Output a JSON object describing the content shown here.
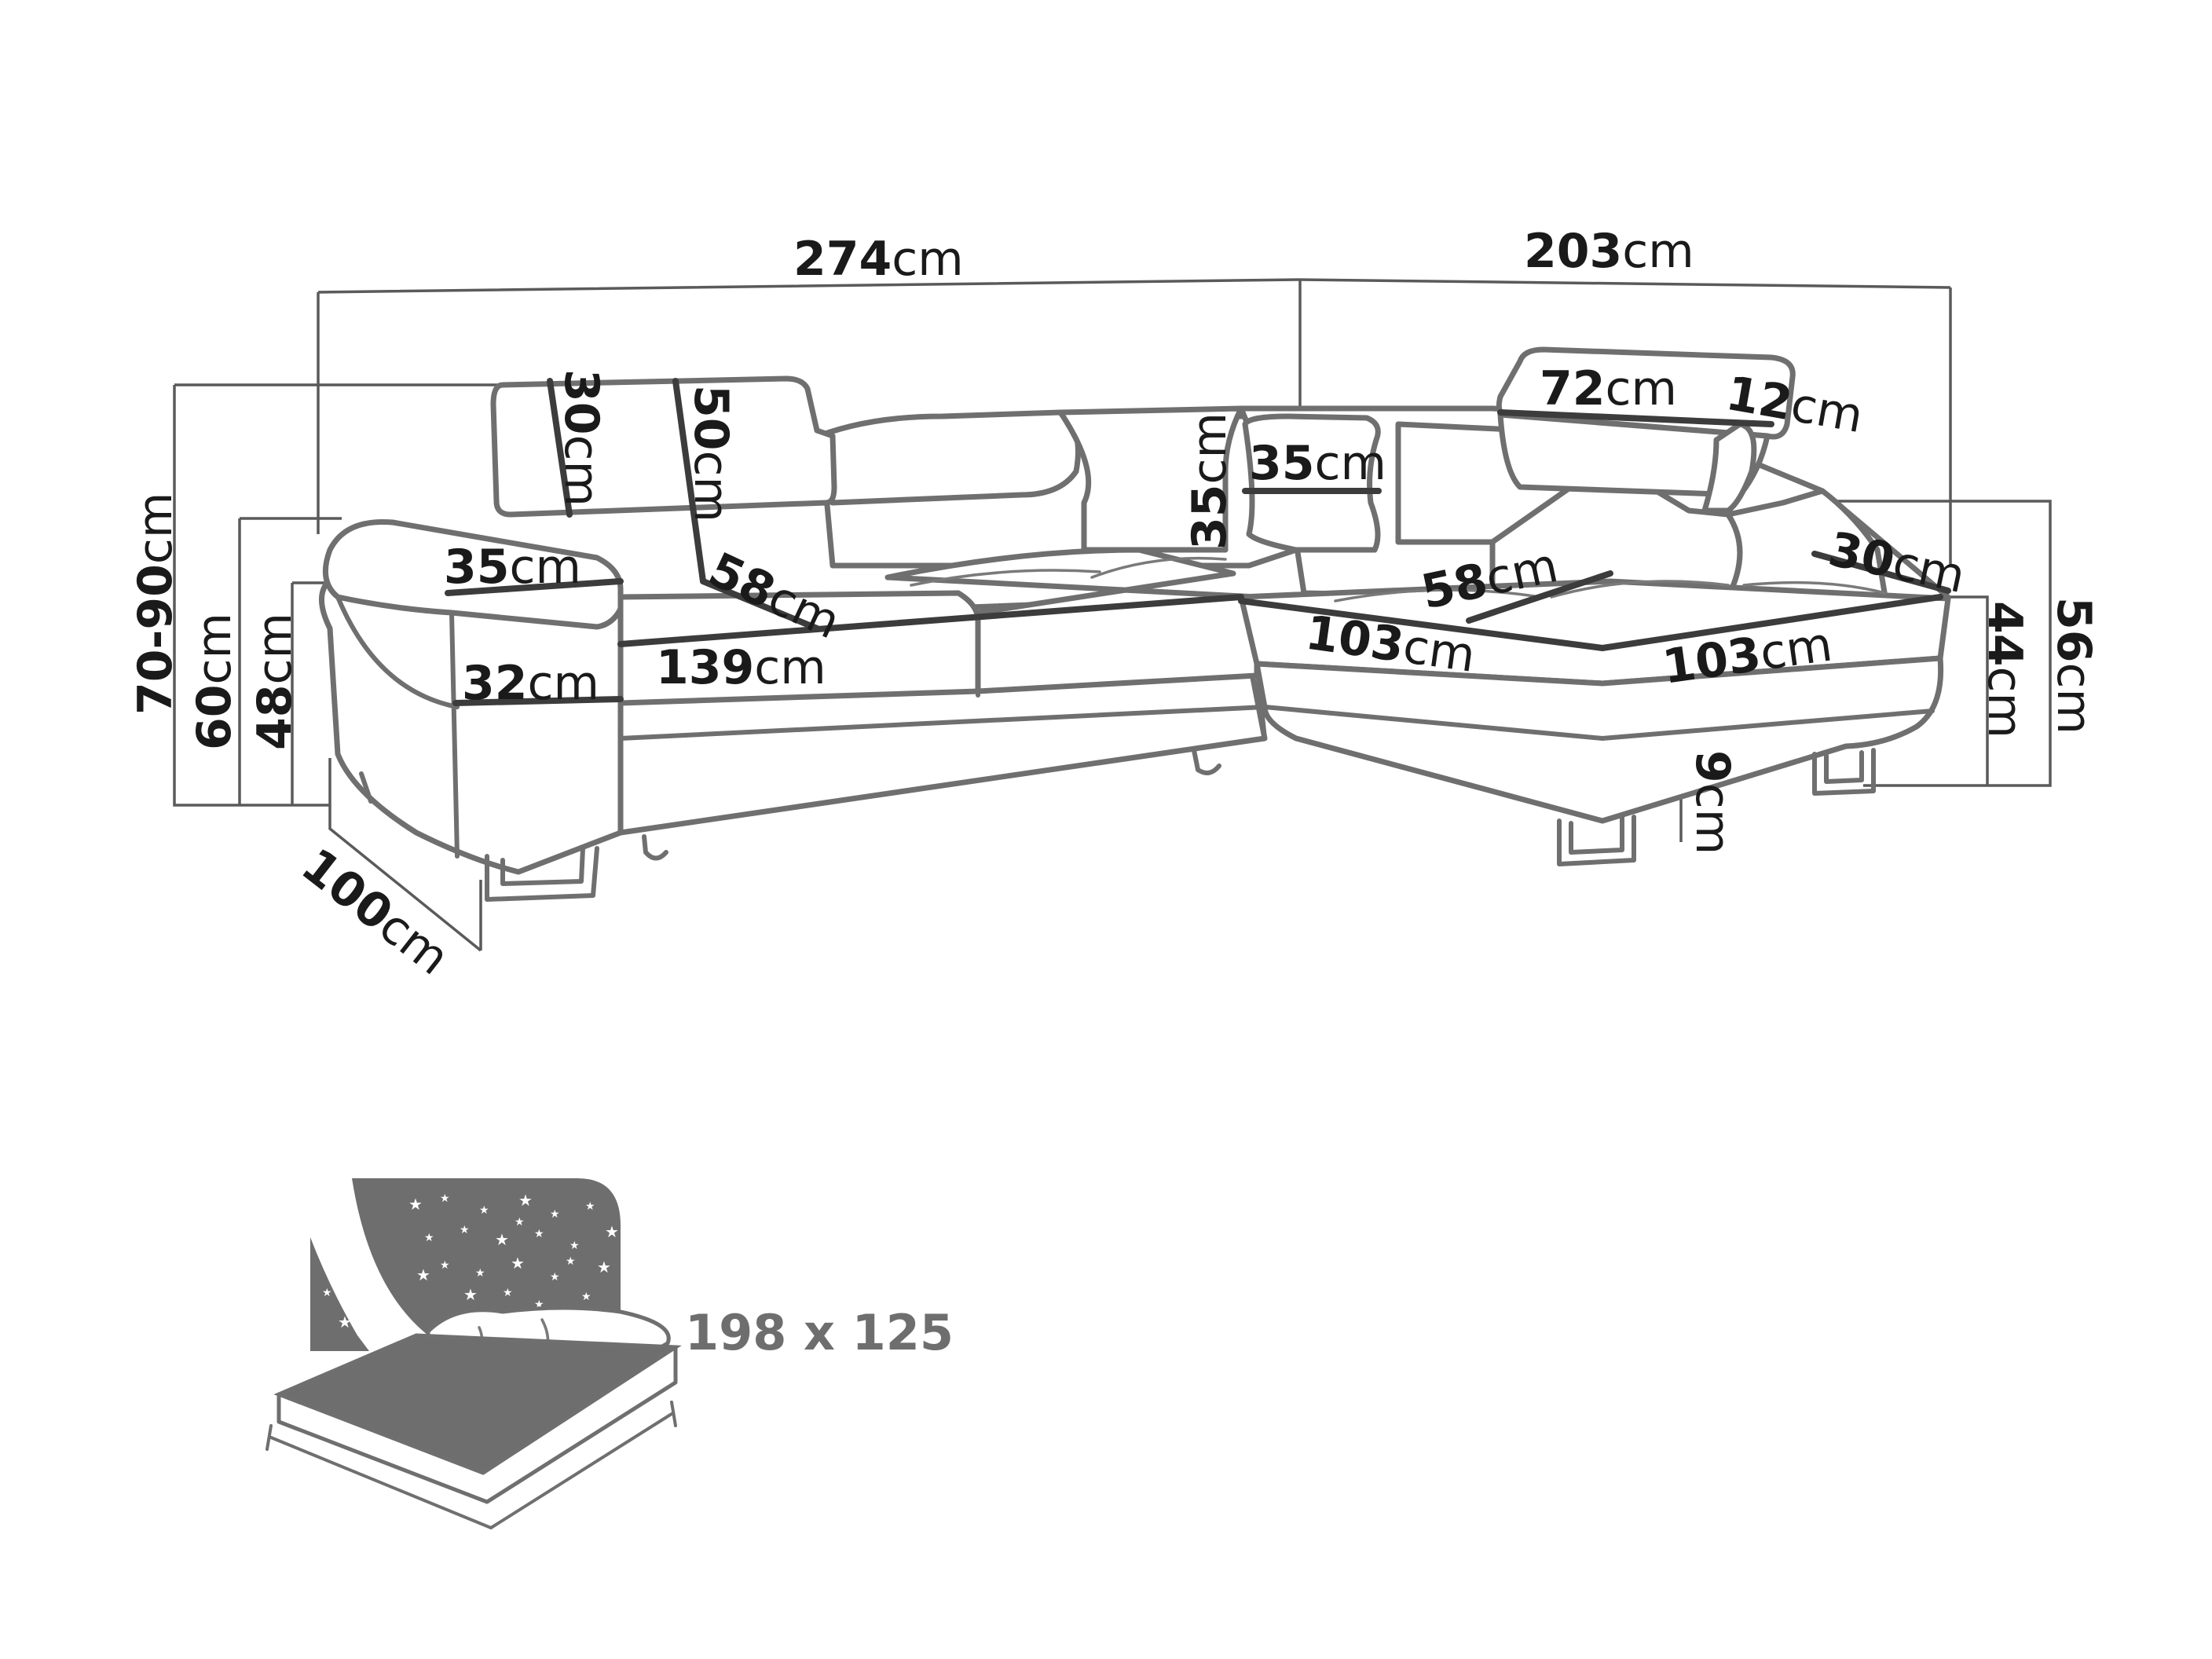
{
  "colors": {
    "outline": "#6f6f6f",
    "dimension_line": "#5a5a5a",
    "text": "#1a1a1a",
    "bed_fill": "#6e6e6e",
    "background": "#ffffff"
  },
  "dimensions": {
    "total_width_left": {
      "value": "274",
      "unit": "cm"
    },
    "total_width_right": {
      "value": "203",
      "unit": "cm"
    },
    "height_range": {
      "value": "70-90",
      "unit": "cm"
    },
    "backrest_height": {
      "value": "60",
      "unit": "cm"
    },
    "armrest_height": {
      "value": "48",
      "unit": "cm"
    },
    "depth": {
      "value": "100",
      "unit": "cm"
    },
    "headrest_height_left": {
      "value": "30",
      "unit": "cm"
    },
    "headrest_depth_left": {
      "value": "50",
      "unit": "cm"
    },
    "armrest_width": {
      "value": "35",
      "unit": "cm"
    },
    "seat_depth_left": {
      "value": "58",
      "unit": "cm"
    },
    "arm_front_width": {
      "value": "32",
      "unit": "cm"
    },
    "seat_width_left": {
      "value": "139",
      "unit": "cm"
    },
    "cushion_height": {
      "value": "35",
      "unit": "cm"
    },
    "cushion_width": {
      "value": "35",
      "unit": "cm"
    },
    "headrest_width_right": {
      "value": "72",
      "unit": "cm"
    },
    "headrest_thickness": {
      "value": "12",
      "unit": "cm"
    },
    "seat_depth_right": {
      "value": "58",
      "unit": "cm"
    },
    "chaise_width_a": {
      "value": "103",
      "unit": "cm"
    },
    "chaise_width_b": {
      "value": "103",
      "unit": "cm"
    },
    "side_arm_width": {
      "value": "30",
      "unit": "cm"
    },
    "seat_height": {
      "value": "44",
      "unit": "cm"
    },
    "chaise_height": {
      "value": "56",
      "unit": "cm"
    },
    "leg_height": {
      "value": "9",
      "unit": "cm"
    }
  },
  "bed": {
    "size_label": "198 x 125",
    "icons": [
      "night-sky-icon",
      "bed-icon"
    ]
  }
}
